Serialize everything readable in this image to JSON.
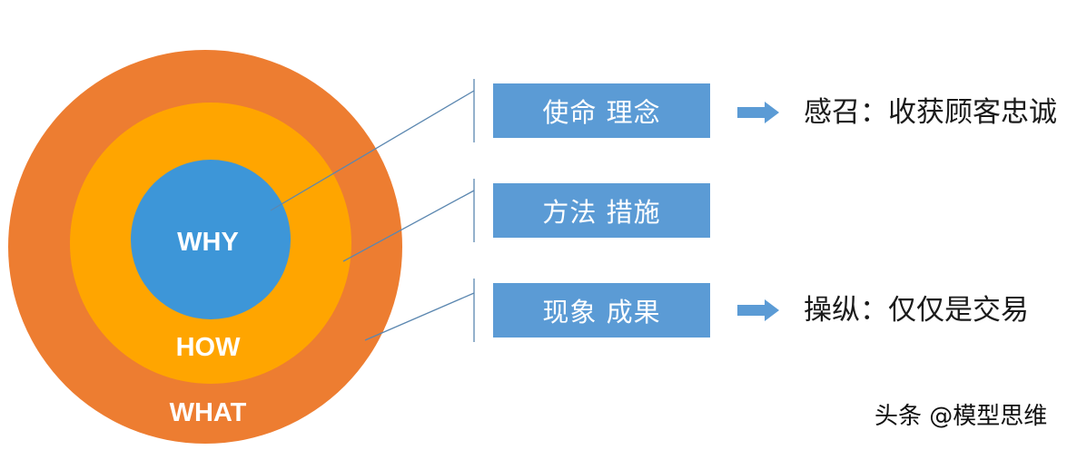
{
  "circles": {
    "outer_label": "WHAT",
    "middle_label": "HOW",
    "inner_label": "WHY",
    "colors": {
      "outer": "#ed7d31",
      "middle": "#ffa500",
      "inner": "#3d96d8"
    }
  },
  "boxes": [
    {
      "label": "使命 理念"
    },
    {
      "label": "方法 措施"
    },
    {
      "label": "现象 成果"
    }
  ],
  "results": [
    {
      "label": "感召：收获顾客忠诚"
    },
    {
      "label": "操纵：仅仅是交易"
    }
  ],
  "watermark": "头条 @模型思维",
  "colors": {
    "box": "#5b9bd5",
    "arrow": "#5b9bd5",
    "leader_line": "#5b87b0"
  }
}
